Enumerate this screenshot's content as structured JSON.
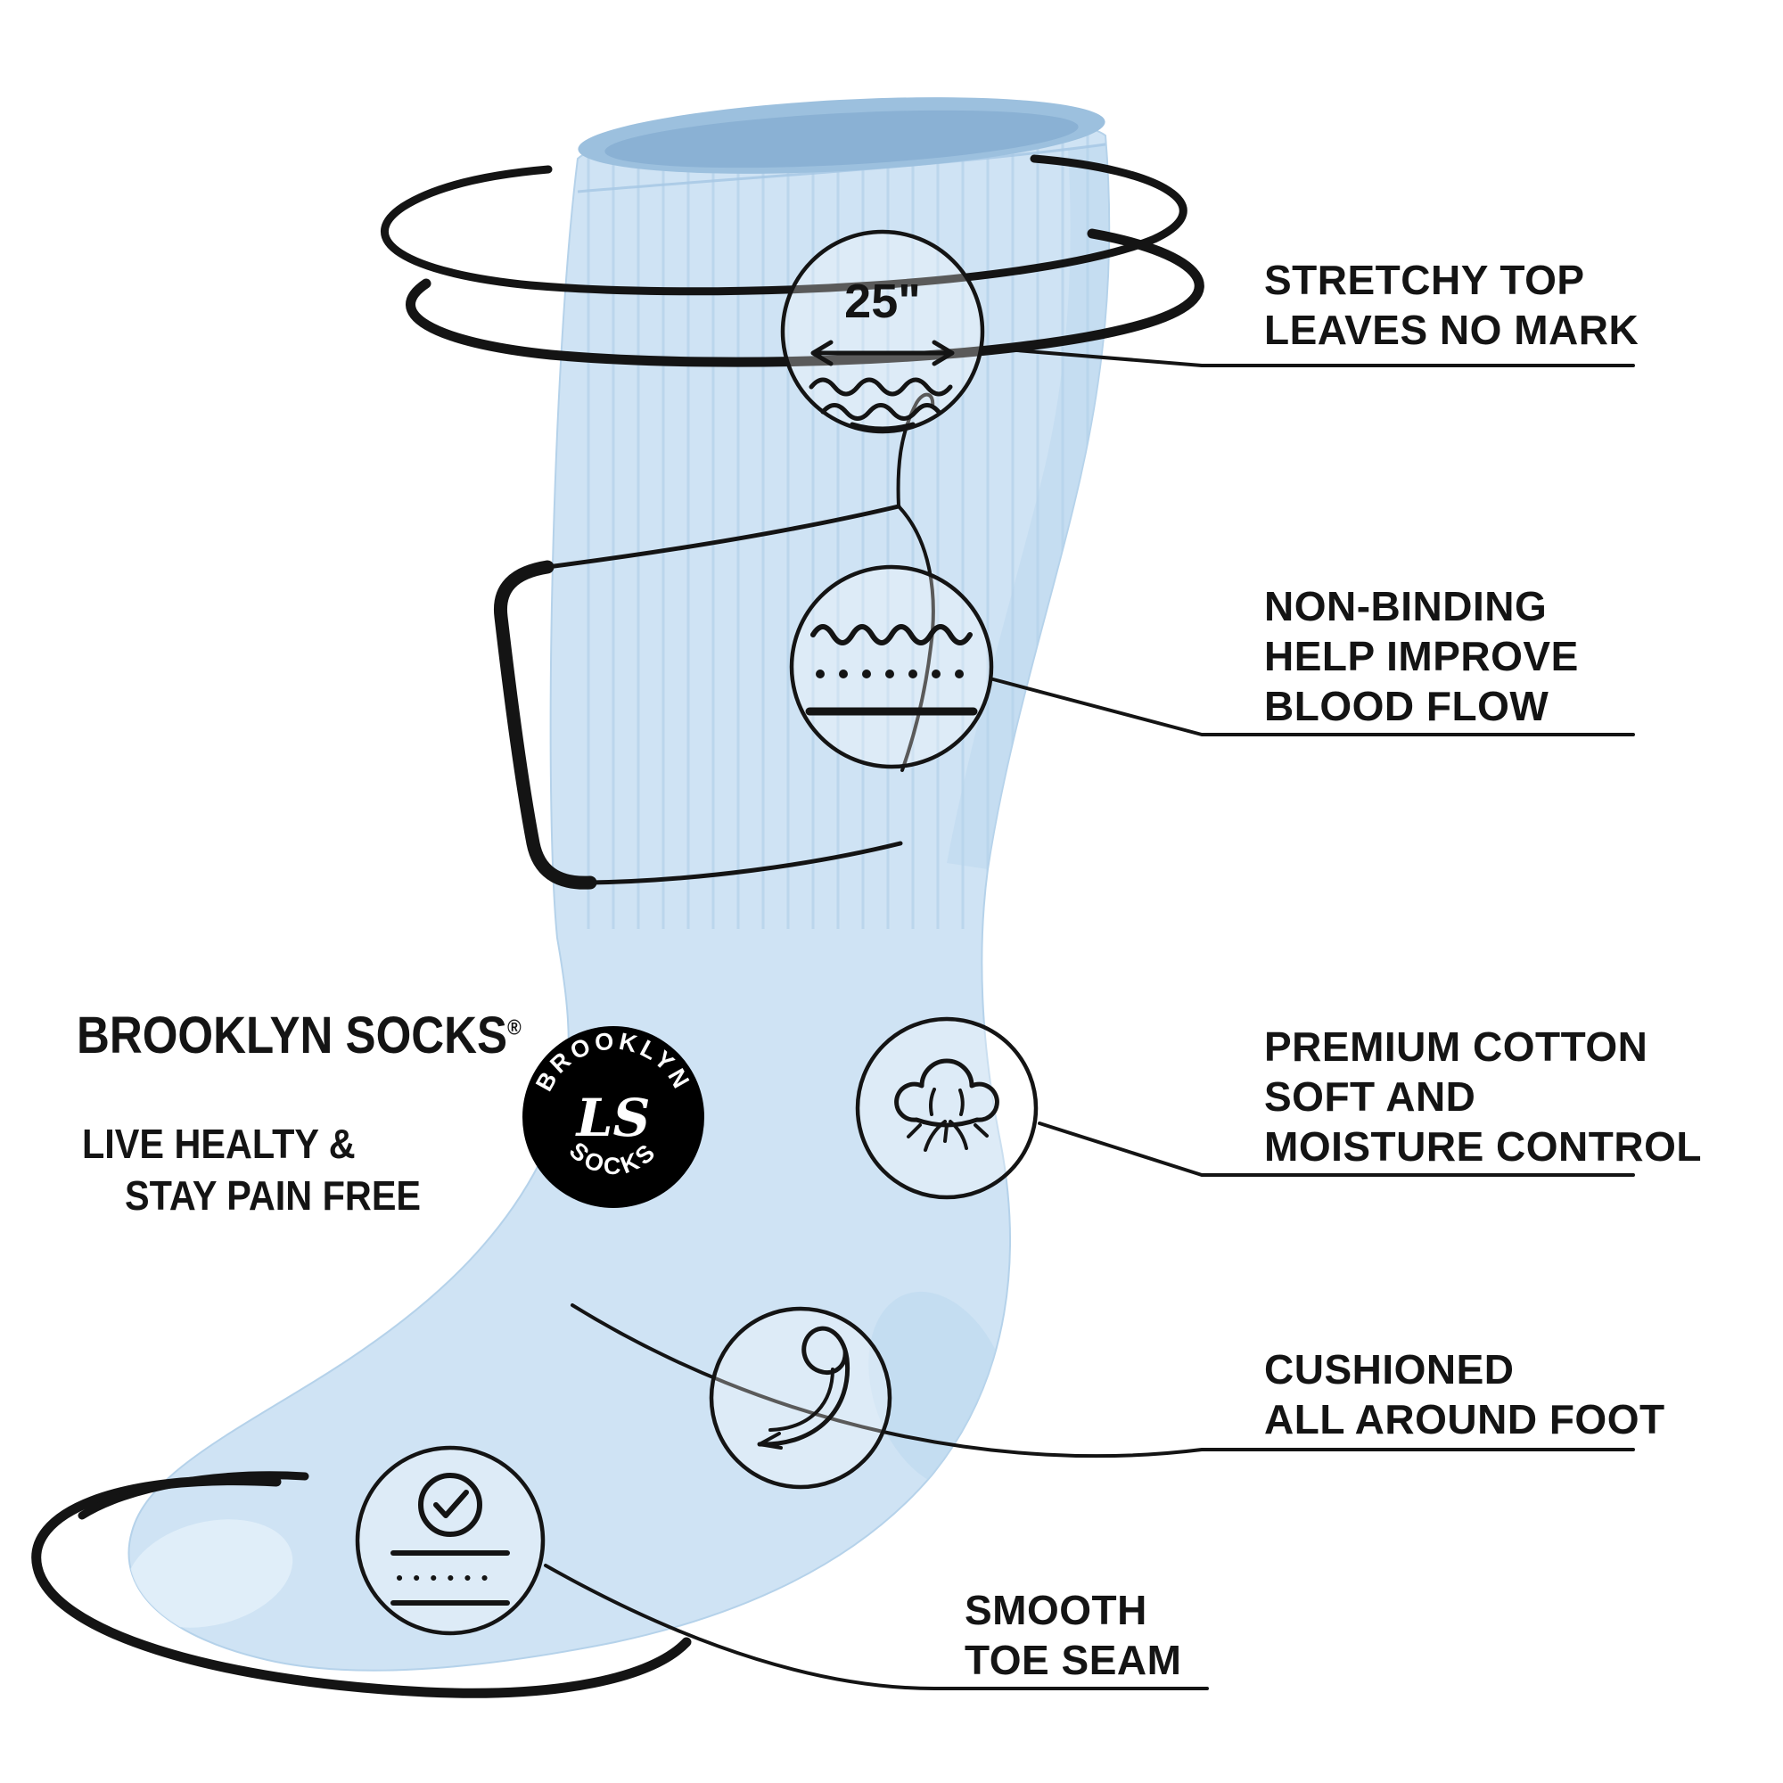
{
  "brand": {
    "name": "BROOKLYN SOCKS",
    "registered_mark": "®",
    "tagline": [
      "LIVE HEALTY &",
      "STAY PAIN FREE"
    ],
    "badge": {
      "top_text": "BROOKLYN",
      "bottom_text": "SOCKS",
      "monogram": "LS"
    }
  },
  "sock": {
    "cuff_measurement": "25\""
  },
  "features": [
    {
      "id": "stretchy-top",
      "icon": "stretch-width-icon",
      "lines": [
        "STRETCHY TOP",
        "LEAVES NO MARK"
      ]
    },
    {
      "id": "non-binding",
      "icon": "wave-lines-icon",
      "lines": [
        "NON-BINDING",
        "HELP IMPROVE",
        "BLOOD FLOW"
      ]
    },
    {
      "id": "premium-cotton",
      "icon": "cotton-boll-icon",
      "lines": [
        "PREMIUM COTTON",
        "SOFT AND",
        "MOISTURE CONTROL"
      ]
    },
    {
      "id": "cushioned",
      "icon": "cushion-swirl-icon",
      "lines": [
        "CUSHIONED",
        "ALL AROUND FOOT"
      ]
    },
    {
      "id": "smooth-toe-seam",
      "icon": "check-circle-icon",
      "lines": [
        "SMOOTH",
        "TOE SEAM"
      ]
    }
  ],
  "colors": {
    "sock": "#cfe3f4",
    "sock_rib": "#b5d2ea",
    "sock_opening": "#9cc0de",
    "sock_shadow": "#bdd8ee",
    "ink": "#141414",
    "badge_bg": "#000000",
    "badge_text": "#ffffff"
  }
}
